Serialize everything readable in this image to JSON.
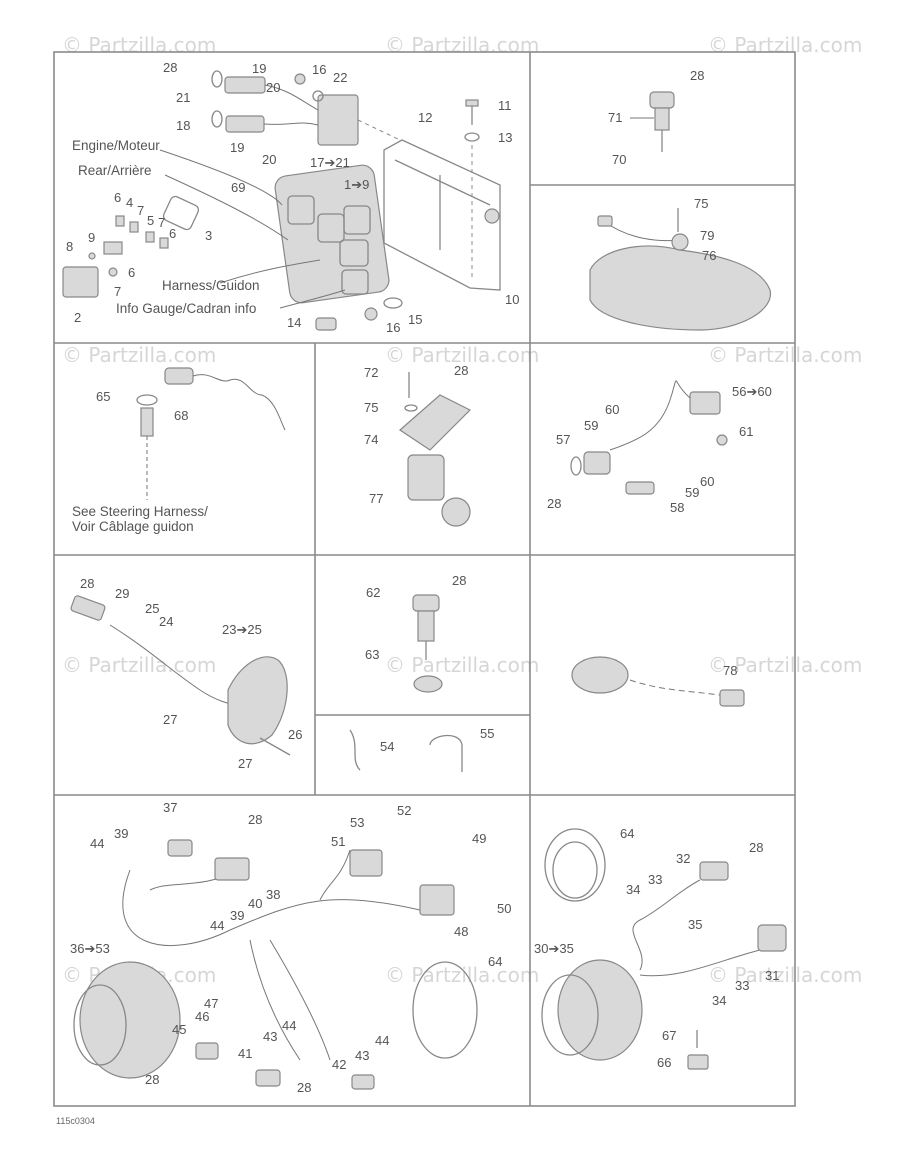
{
  "watermark": "© Partzilla.com",
  "caption_code": "115c0304",
  "captions": {
    "engine": "Engine/Moteur",
    "rear": "Rear/Arrière",
    "harness": "Harness/Guidon",
    "info_gauge": "Info Gauge/Cadran info",
    "see_steering_1": "See Steering Harness/",
    "see_steering_2": "Voir Câblage guidon"
  },
  "part_numbers": {
    "p1": "1➔9",
    "p2": "2",
    "p3": "3",
    "p4": "4",
    "p5": "5",
    "p6a": "6",
    "p6b": "6",
    "p6c": "6",
    "p7a": "7",
    "p7b": "7",
    "p7c": "7",
    "p8": "8",
    "p9": "9",
    "p10": "10",
    "p11": "11",
    "p12": "12",
    "p13": "13",
    "p14": "14",
    "p15": "15",
    "p16a": "16",
    "p16b": "16",
    "p17": "17➔21",
    "p18": "18",
    "p19a": "19",
    "p19b": "19",
    "p20a": "20",
    "p20b": "20",
    "p21": "21",
    "p22": "22",
    "p28a": "28",
    "p69": "69",
    "p71": "71",
    "p28b": "28",
    "p70": "70",
    "p75a": "75",
    "p79": "79",
    "p76": "76",
    "p65": "65",
    "p68": "68",
    "p72": "72",
    "p28c": "28",
    "p75b": "75",
    "p74": "74",
    "p77": "77",
    "p56": "56➔60",
    "p60a": "60",
    "p59a": "59",
    "p61": "61",
    "p57": "57",
    "p60b": "60",
    "p59b": "59",
    "p28d": "28",
    "p58": "58",
    "p28e": "28",
    "p29": "29",
    "p25": "25",
    "p24": "24",
    "p23": "23➔25",
    "p27a": "27",
    "p26": "26",
    "p27b": "27",
    "p62": "62",
    "p28f": "28",
    "p63": "63",
    "p54": "54",
    "p55": "55",
    "p78": "78",
    "p37": "37",
    "p28g": "28",
    "p39a": "39",
    "p44a": "44",
    "p38": "38",
    "p40": "40",
    "p39b": "39",
    "p44b": "44",
    "p53": "53",
    "p52": "52",
    "p51": "51",
    "p49": "49",
    "p50": "50",
    "p48": "48",
    "p36": "36➔53",
    "p64a": "64",
    "p47": "47",
    "p46": "46",
    "p45": "45",
    "p41": "41",
    "p43a": "43",
    "p44c": "44",
    "p28h": "28",
    "p44d": "44",
    "p43b": "43",
    "p42": "42",
    "p28i": "28",
    "p64b": "64",
    "p32": "32",
    "p28j": "28",
    "p34a": "34",
    "p33a": "33",
    "p30": "30➔35",
    "p35": "35",
    "p31": "31",
    "p33b": "33",
    "p34b": "34",
    "p67": "67",
    "p66": "66"
  }
}
